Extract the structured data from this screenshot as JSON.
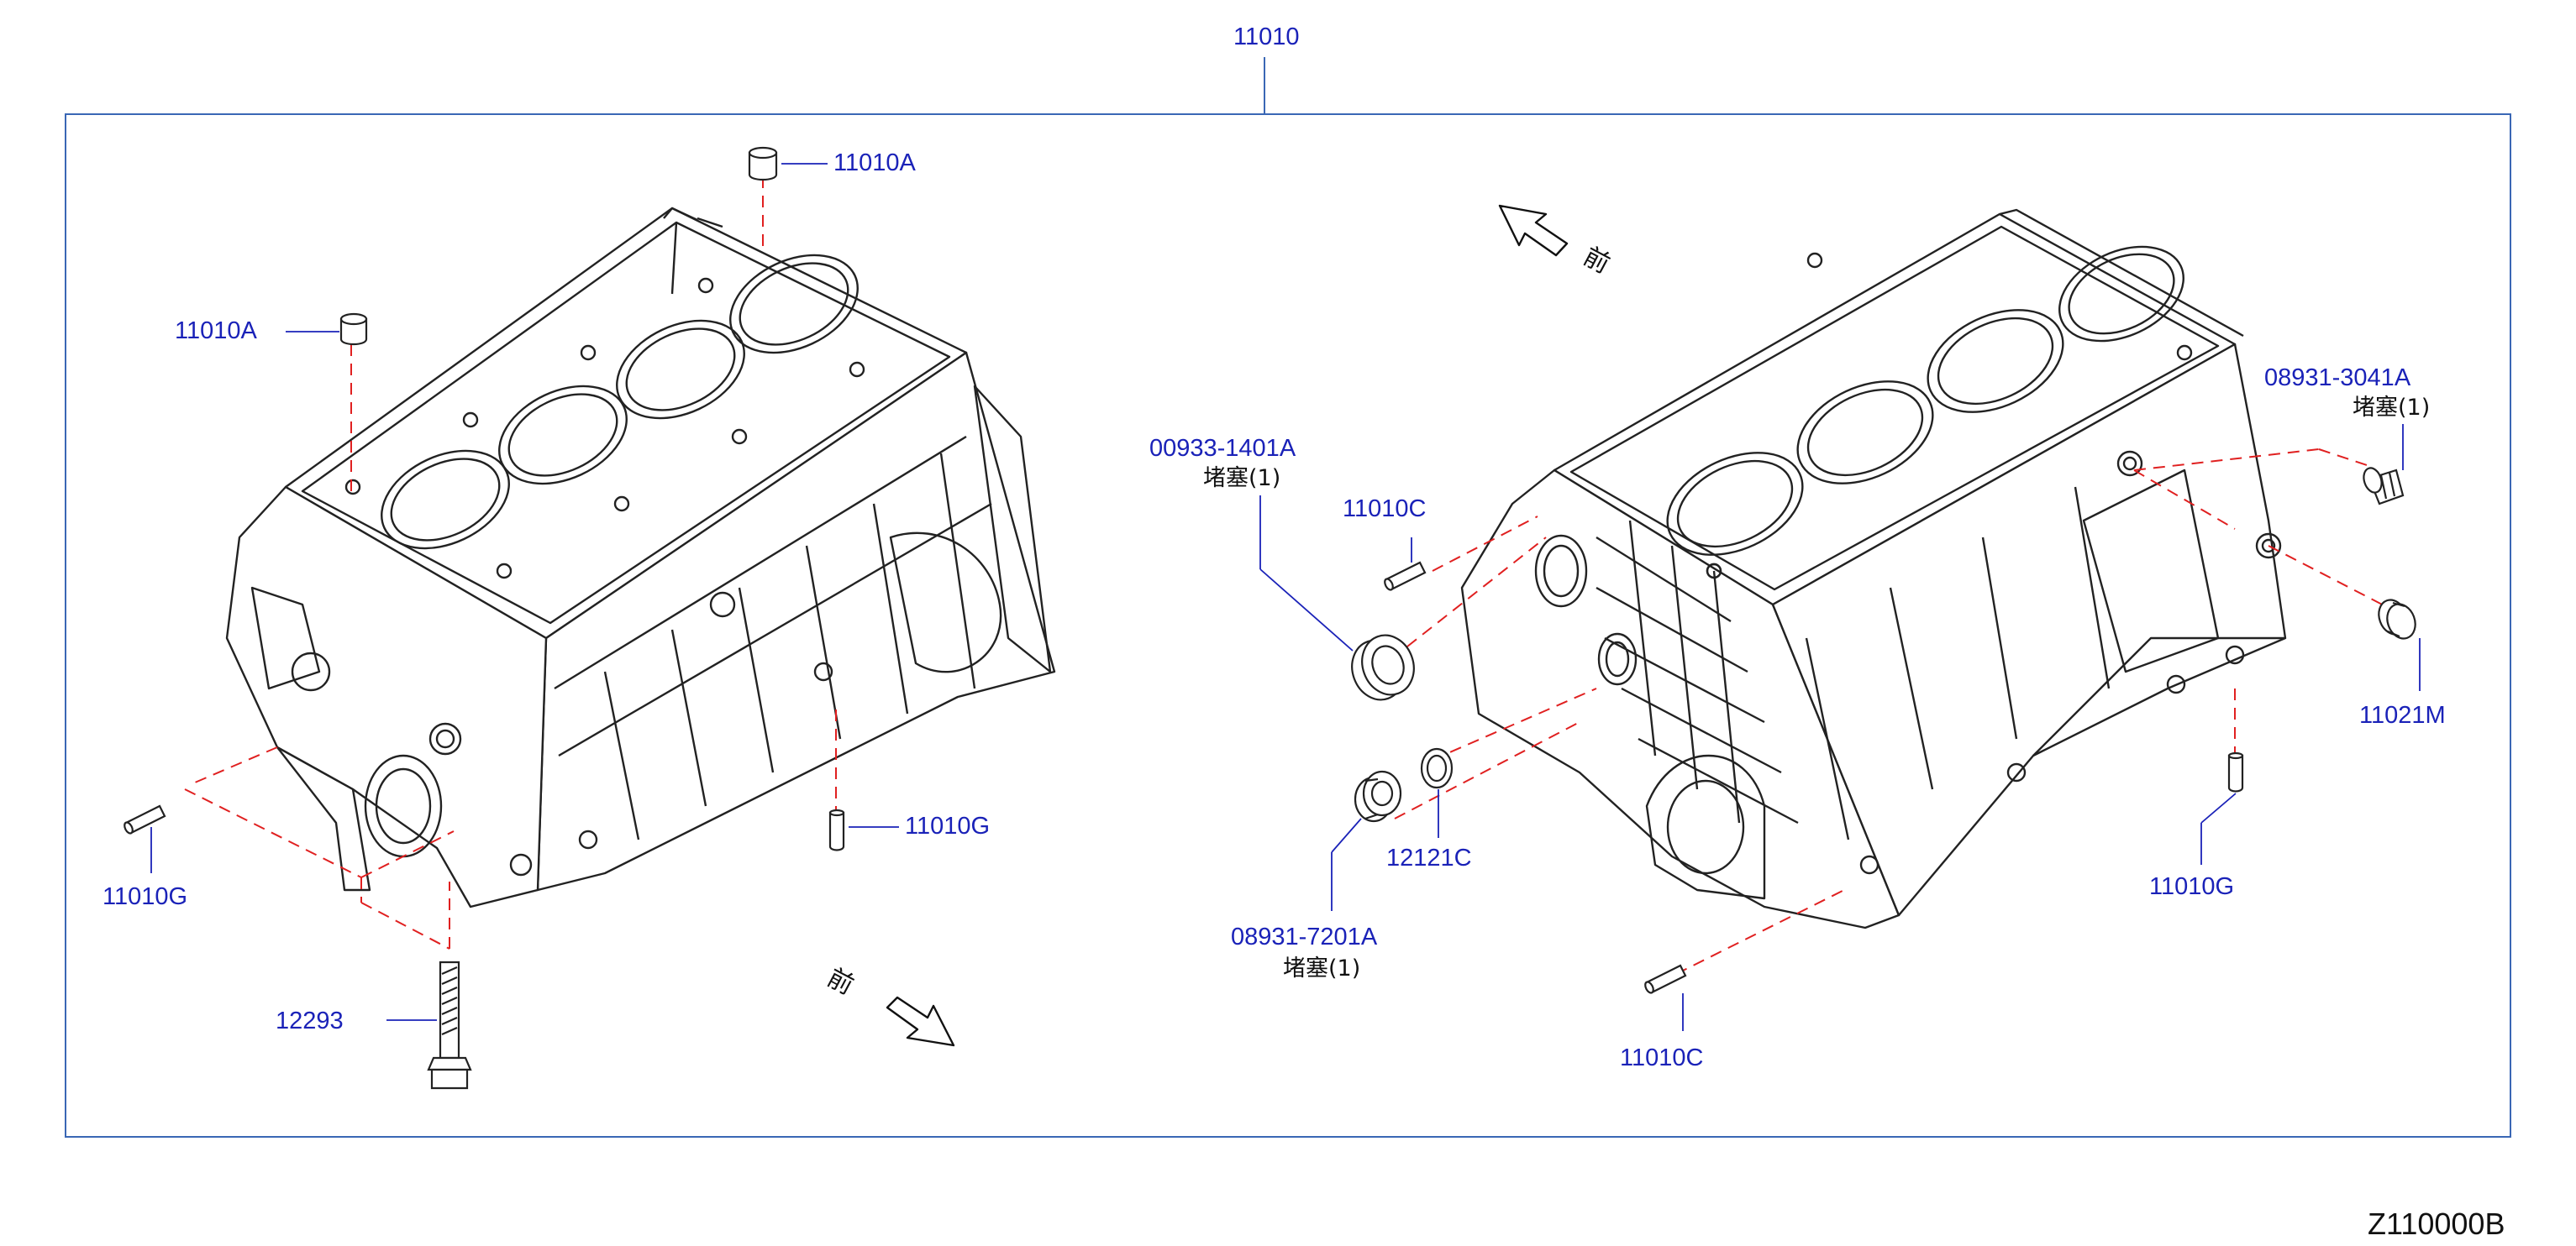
{
  "diagram": {
    "assembly_part": "11010",
    "figure_code": "Z110000B",
    "front_marker": "前",
    "plug_note": "堵塞(1)",
    "colors": {
      "label": "#1a22b8",
      "leader": "#1a22b8",
      "frame": "#3a67b5",
      "dashed": "#e02020",
      "drawing": "#222222"
    },
    "callouts": {
      "p11010A_top": "11010A",
      "p11010A_left": "11010A",
      "p11010G_right_of_left": "11010G",
      "p11010G_left": "11010G",
      "p12293": "12293",
      "p00933_1401A": "00933-1401A",
      "p11010C_top": "11010C",
      "p08931_7201A": "08931-7201A",
      "p12121C": "12121C",
      "p11010C_bottom": "11010C",
      "p08931_3041A": "08931-3041A",
      "p11021M": "11021M",
      "p11010G_right": "11010G"
    }
  }
}
